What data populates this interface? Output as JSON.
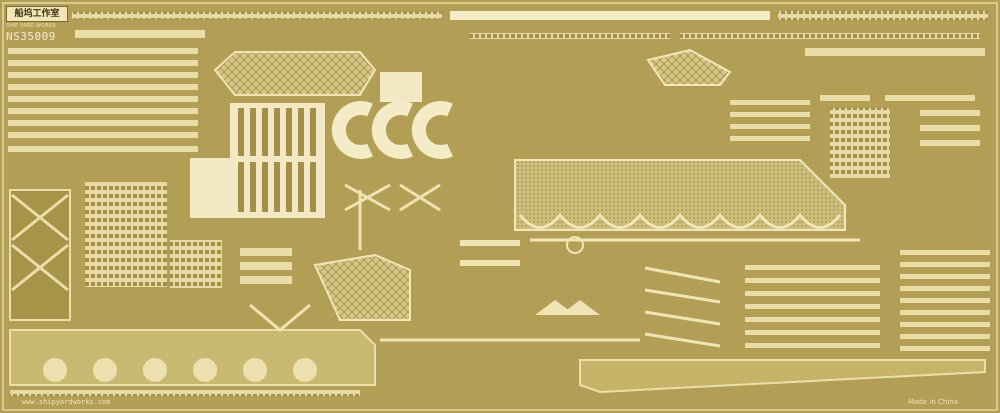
{
  "sheet": {
    "brand_cn": "船坞工作室",
    "brand_en": "SHIP YARD WORKS",
    "product_code": "NS35009",
    "website": "www.shipyardworks.com",
    "made_in": "Made in China"
  },
  "colors": {
    "fret_base": "#b39e55",
    "etched_part": "#e6d9a3",
    "part_highlight": "#f7efcf",
    "part_shadow": "#8f7c3b",
    "background": "#ffffff"
  }
}
